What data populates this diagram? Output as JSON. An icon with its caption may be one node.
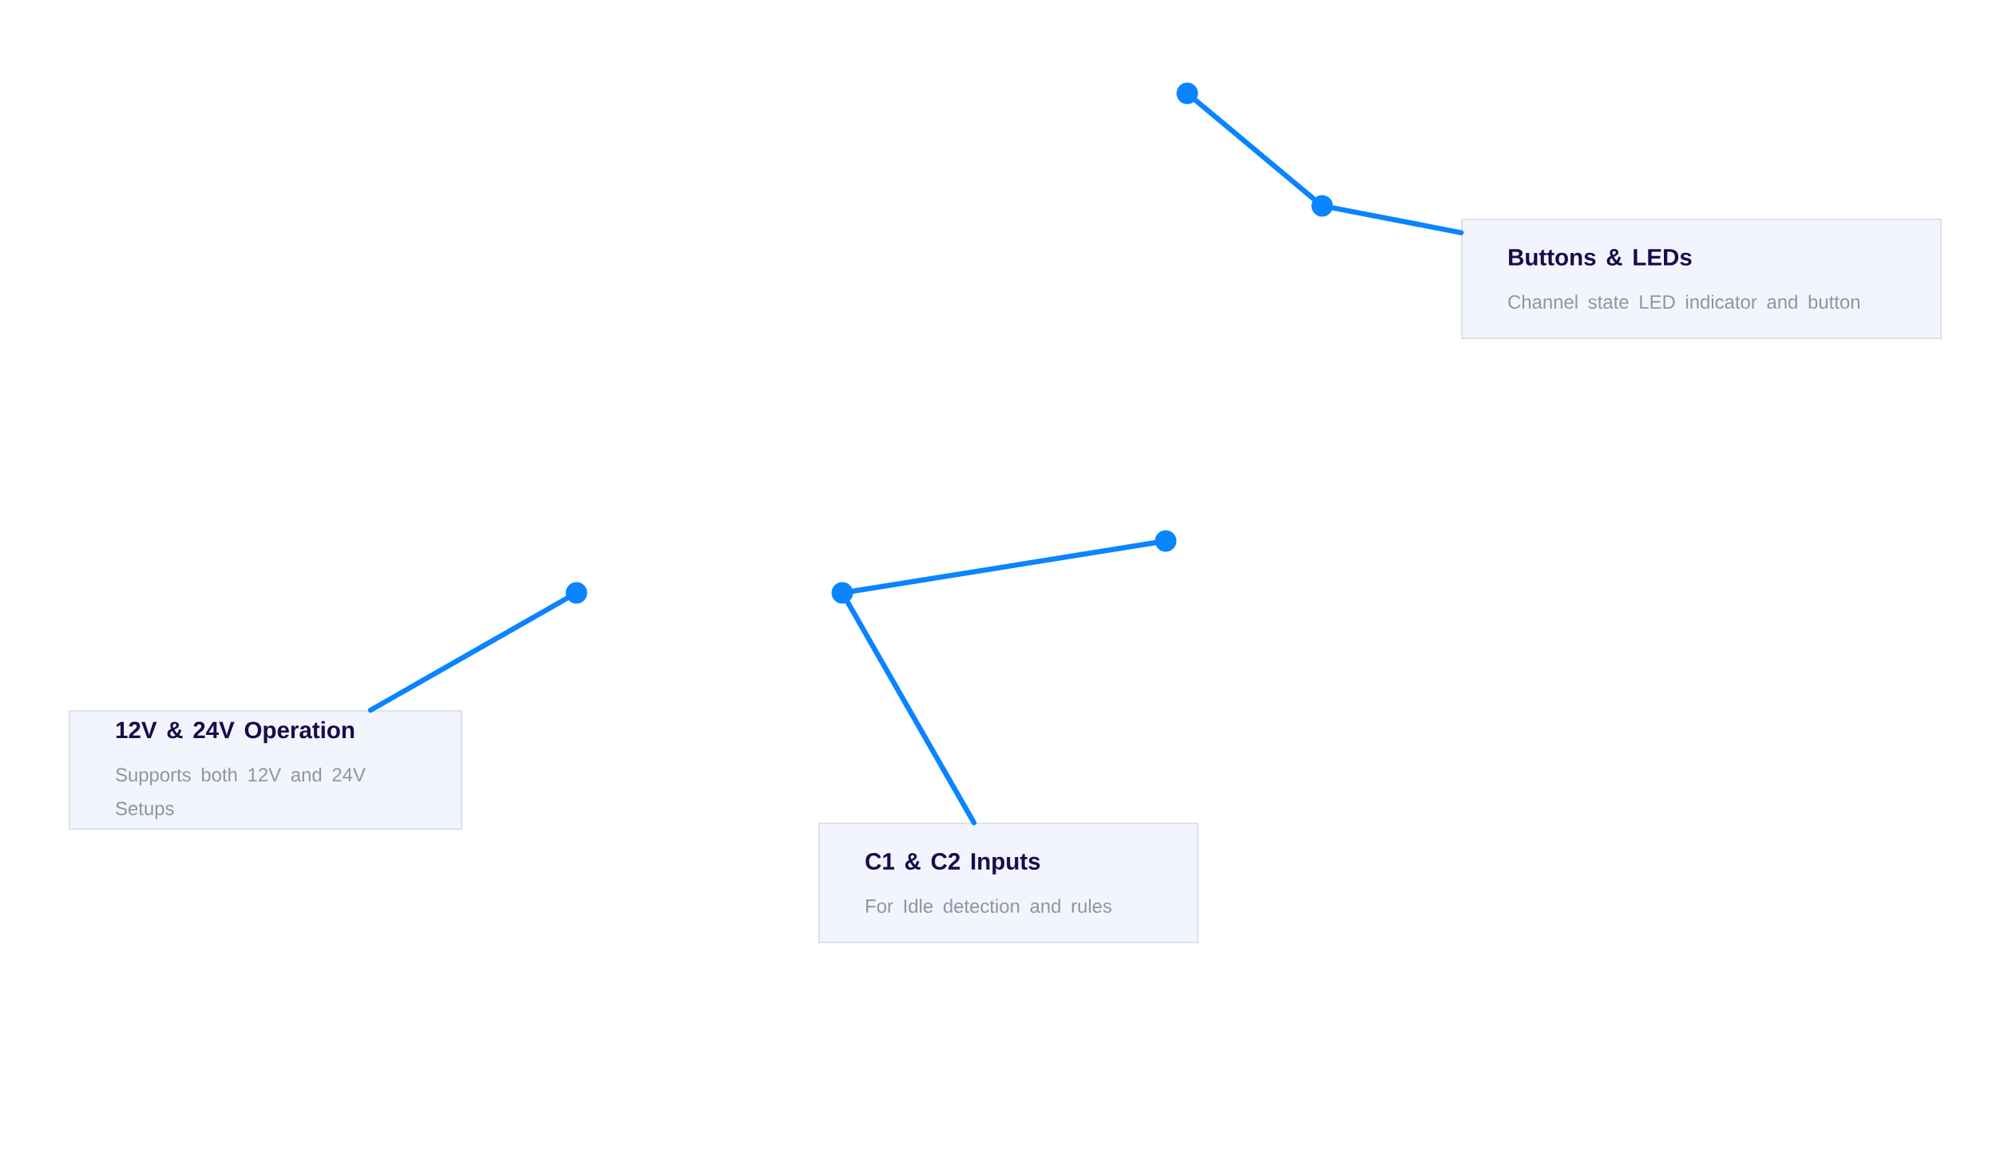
{
  "diagram": {
    "nodes": [
      {
        "text": [],
        "shape": "circle"
      },
      {
        "text": [],
        "shape": "circle"
      },
      {
        "text": [
          "Buttons & LEDs",
          "Channel state LED indicator and button"
        ]
      },
      {
        "text": [],
        "shape": "circle"
      },
      {
        "text": [],
        "shape": "circle"
      },
      {
        "text": [],
        "shape": "circle"
      },
      {
        "text": [
          "12V & 24V Operation",
          "Supports both 12V and 24V Setups"
        ]
      },
      {
        "text": [
          "C1 & C2 Inputs",
          "For Idle detection and rules"
        ]
      }
    ],
    "edges": [
      {
        "from": 2,
        "to": 1,
        "arrow": "none"
      },
      {
        "from": 1,
        "to": 0,
        "arrow": "none"
      },
      {
        "from": 6,
        "to": 4,
        "arrow": "none"
      },
      {
        "from": 7,
        "to": 5,
        "arrow": "none"
      },
      {
        "from": 5,
        "to": 3,
        "arrow": "none"
      }
    ]
  }
}
